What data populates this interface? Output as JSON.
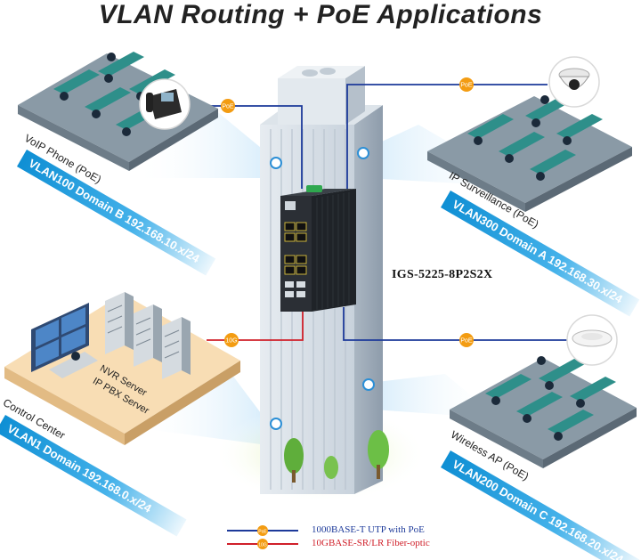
{
  "title": "VLAN Routing + PoE Applications",
  "device": {
    "model": "IGS-5225-8P2S2X"
  },
  "domains": {
    "voip": {
      "type_label": "VoIP Phone (PoE)",
      "banner": "VLAN100 Domain B 192.168.10.x/24"
    },
    "surveillance": {
      "type_label": "IP Surveillance (PoE)",
      "banner": "VLAN300 Domain A 192.168.30.x/24"
    },
    "control": {
      "type_label": "Control Center",
      "banner": "VLAN1 Domain 192.168.0.x/24",
      "server_label_1": "NVR Server",
      "server_label_2": "IP PBX Server"
    },
    "wireless": {
      "type_label": "Wireless AP (PoE)",
      "banner": "VLAN200 Domain C 192.168.20.x/24"
    }
  },
  "link_badges": {
    "poe": "PoE",
    "fiber": "10G"
  },
  "legend": [
    {
      "badge": "PoE",
      "text": "1000BASE-T UTP with PoE",
      "color": "#1d3a9a"
    },
    {
      "badge": "10G",
      "text": "10GBASE-SR/LR Fiber-optic",
      "color": "#d0202a"
    }
  ],
  "colors": {
    "utp": "#1d3a9a",
    "fiber": "#d0202a",
    "badge": "#f39c12",
    "banner": "#1a9be0",
    "floor": "#8a9aa6",
    "desk": "#2e8f8a"
  }
}
